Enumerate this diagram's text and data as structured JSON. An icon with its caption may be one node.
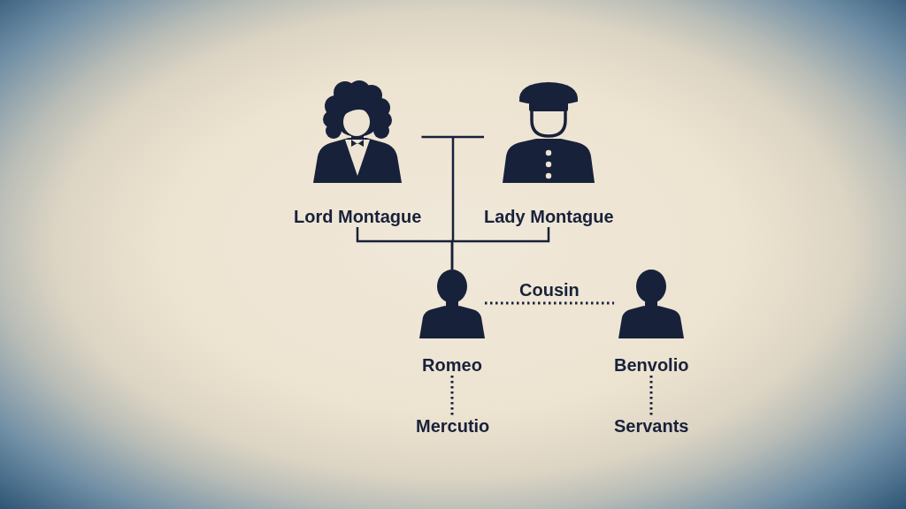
{
  "diagram": {
    "nodes": [
      {
        "text": [
          "Lord Montague"
        ]
      },
      {
        "text": [
          "Lady Montague"
        ]
      },
      {
        "text": [
          "Romeo"
        ]
      },
      {
        "text": [
          "Benvolio"
        ]
      },
      {
        "text": [
          "Mercutio"
        ]
      },
      {
        "text": [
          "Servants"
        ]
      }
    ],
    "edges": [
      {
        "from": 0,
        "to": 1,
        "arrow": "none"
      },
      {
        "from": 0,
        "to": 2,
        "arrow": "none"
      },
      {
        "from": 1,
        "to": 2,
        "arrow": "none"
      },
      {
        "from": 2,
        "to": 3,
        "arrow": "none",
        "label": "Cousin",
        "style": "dashed"
      },
      {
        "from": 2,
        "to": 4,
        "arrow": "none",
        "style": "dashed"
      },
      {
        "from": 3,
        "to": 5,
        "arrow": "none",
        "style": "dashed"
      }
    ]
  }
}
